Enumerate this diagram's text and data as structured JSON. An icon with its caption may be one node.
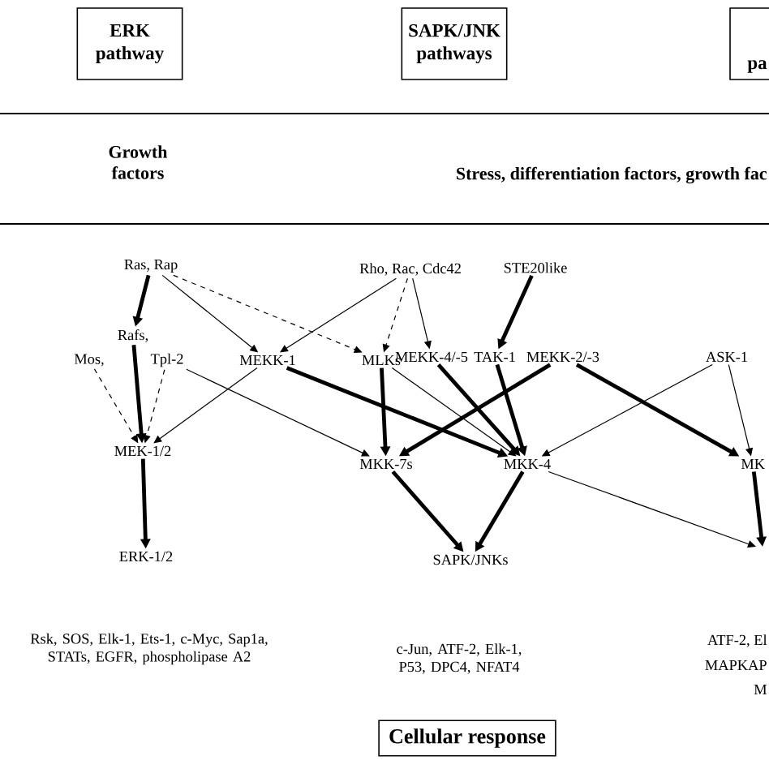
{
  "diagram": {
    "nodes": [
      {
        "text": [
          "ERK pathway"
        ]
      },
      {
        "text": [
          "SAPK/JNK pathways"
        ]
      },
      {
        "text": [
          "pa"
        ]
      },
      {
        "text": [
          "Ras, Rap"
        ]
      },
      {
        "text": [
          "Rho, Rac, Cdc42"
        ]
      },
      {
        "text": [
          "STE20like"
        ]
      },
      {
        "text": [
          "Rafs,"
        ]
      },
      {
        "text": [
          "Mos,"
        ]
      },
      {
        "text": [
          "Tpl-2"
        ]
      },
      {
        "text": [
          "MEKK-1"
        ]
      },
      {
        "text": [
          "MLKs"
        ]
      },
      {
        "text": [
          "MEKK-4/-5"
        ]
      },
      {
        "text": [
          "TAK-1"
        ]
      },
      {
        "text": [
          "MEKK-2/-3"
        ]
      },
      {
        "text": [
          "ASK-1"
        ]
      },
      {
        "text": [
          "MEK-1/2"
        ]
      },
      {
        "text": [
          "MKK-7s"
        ]
      },
      {
        "text": [
          "MKK-4"
        ]
      },
      {
        "text": [
          "MK"
        ]
      },
      {
        "text": [
          "ERK-1/2"
        ]
      },
      {
        "text": [
          "SAPK/JNKs"
        ]
      },
      {
        "text": [
          "Cellular response"
        ]
      }
    ],
    "edges": [
      {
        "from": 3,
        "to": 6,
        "arrow": "to",
        "style": "thick"
      },
      {
        "from": 3,
        "to": 9,
        "arrow": "to"
      },
      {
        "from": 3,
        "to": 10,
        "arrow": "to",
        "style": "dashed"
      },
      {
        "from": 4,
        "to": 9,
        "arrow": "to"
      },
      {
        "from": 4,
        "to": 10,
        "arrow": "to",
        "style": "dashed"
      },
      {
        "from": 4,
        "to": 11,
        "arrow": "to"
      },
      {
        "from": 5,
        "to": 12,
        "arrow": "to",
        "style": "thick"
      },
      {
        "from": 6,
        "to": 15,
        "arrow": "to",
        "style": "thick"
      },
      {
        "from": 7,
        "to": 15,
        "arrow": "to",
        "style": "dashed"
      },
      {
        "from": 8,
        "to": 15,
        "arrow": "to",
        "style": "dashed"
      },
      {
        "from": 8,
        "to": 16,
        "arrow": "to"
      },
      {
        "from": 9,
        "to": 15,
        "arrow": "to"
      },
      {
        "from": 9,
        "to": 17,
        "arrow": "to",
        "style": "thick"
      },
      {
        "from": 10,
        "to": 16,
        "arrow": "to",
        "style": "thick"
      },
      {
        "from": 10,
        "to": 17,
        "arrow": "to"
      },
      {
        "from": 11,
        "to": 17,
        "arrow": "to",
        "style": "thick"
      },
      {
        "from": 12,
        "to": 17,
        "arrow": "to",
        "style": "thick"
      },
      {
        "from": 13,
        "to": 16,
        "arrow": "to",
        "style": "thick"
      },
      {
        "from": 13,
        "to": 18,
        "arrow": "to",
        "style": "thick"
      },
      {
        "from": 14,
        "to": 17,
        "arrow": "to"
      },
      {
        "from": 14,
        "to": 18,
        "arrow": "to"
      },
      {
        "from": 15,
        "to": 19,
        "arrow": "to",
        "style": "thick"
      },
      {
        "from": 16,
        "to": 20,
        "arrow": "to",
        "style": "thick"
      },
      {
        "from": 17,
        "to": 20,
        "arrow": "to",
        "style": "thick"
      },
      {
        "from": 17,
        "to": null,
        "arrow": "to"
      },
      {
        "from": 18,
        "to": null,
        "arrow": "to",
        "style": "thick"
      }
    ],
    "labels": [
      "Growth factors",
      "Stress, differentiation factors, growth fac",
      "Rsk, SOS, Elk-1, Ets-1, c-Myc, Sap1a, STATs, EGFR, phospholipase A2",
      "c-Jun, ATF-2, Elk-1, P53, DPC4, NFAT4",
      "ATF-2, El",
      "MAPKAP",
      "M"
    ]
  }
}
